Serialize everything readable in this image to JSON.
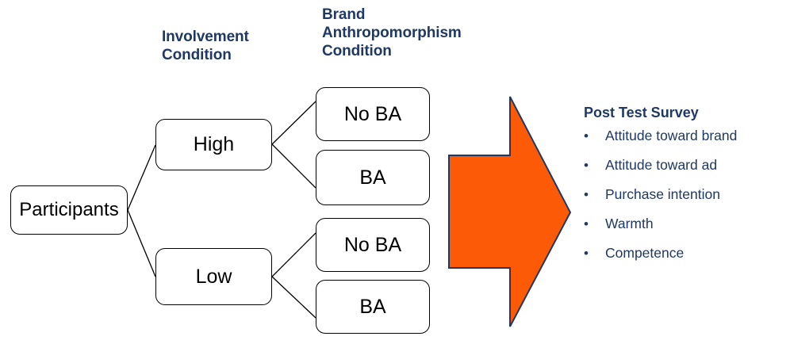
{
  "diagram": {
    "title_headers": {
      "involvement": "Involvement\nCondition",
      "brand": "Brand\nAnthropomorphism\nCondition"
    },
    "nodes": {
      "participants": "Participants",
      "high": "High",
      "low": "Low",
      "high_no_ba": "No BA",
      "high_ba": "BA",
      "low_no_ba": "No BA",
      "low_ba": "BA"
    },
    "arrow": {
      "name": "right-arrow",
      "fill_color": "#FC5A07",
      "outline_color": "#1F3864"
    },
    "survey": {
      "title": "Post Test Survey",
      "bullet_glyph": "•",
      "items": [
        "Attitude toward brand",
        "Attitude toward ad",
        "Purchase intention",
        "Warmth",
        "Competence"
      ]
    },
    "colors": {
      "header_text": "#1F3864",
      "node_border": "#000000",
      "node_text": "#000000",
      "background": "#FFFFFF"
    }
  }
}
